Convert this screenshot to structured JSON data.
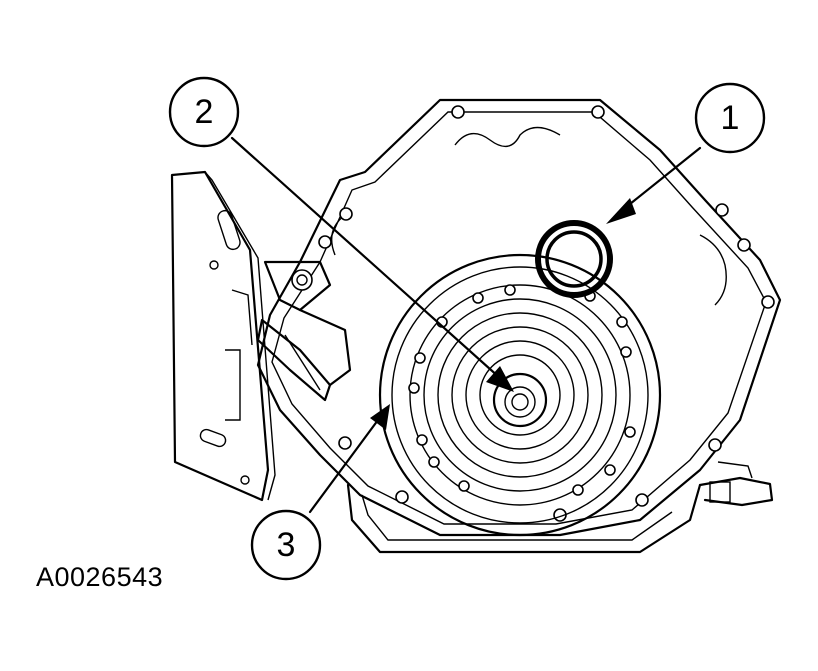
{
  "figure_id": "A0026543",
  "callouts": [
    {
      "number": "1",
      "part": "converter-pilot-ring"
    },
    {
      "number": "2",
      "part": "converter-hub"
    },
    {
      "number": "3",
      "part": "converter-housing-bolt"
    }
  ]
}
